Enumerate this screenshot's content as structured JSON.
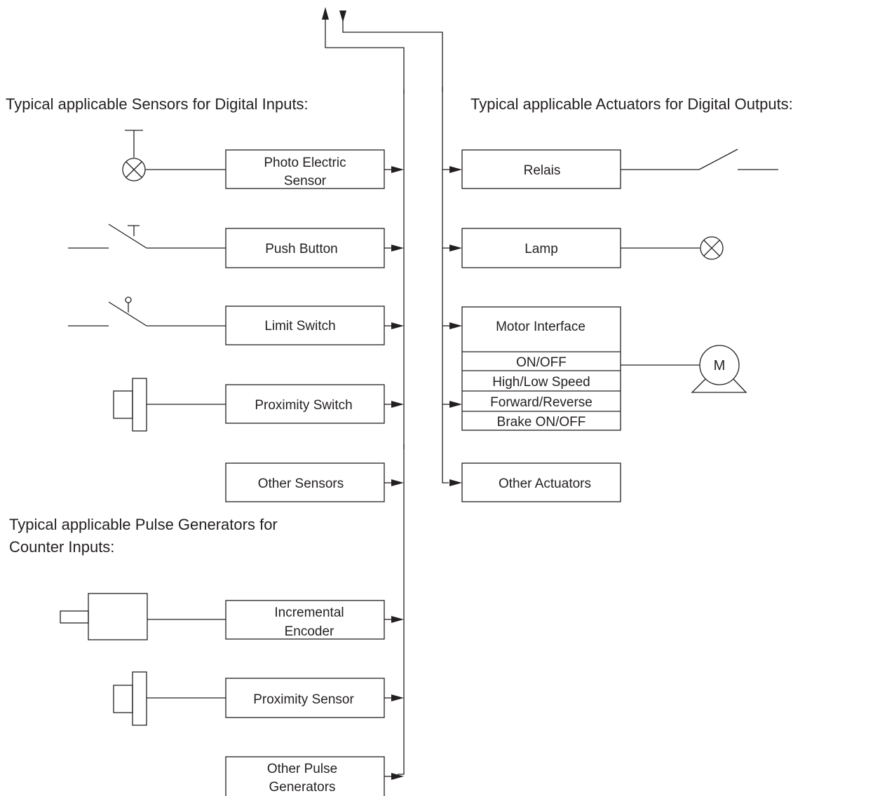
{
  "headings": {
    "sensors": "Typical applicable Sensors for Digital Inputs:",
    "actuators": "Typical applicable Actuators for Digital Outputs:",
    "pulse_line1": "Typical applicable Pulse Generators for",
    "pulse_line2": "Counter Inputs:"
  },
  "inputs": {
    "photo_electric_sensor": [
      "Photo Electric",
      "Sensor"
    ],
    "push_button": "Push Button",
    "limit_switch": "Limit Switch",
    "proximity_switch": "Proximity Switch",
    "other_sensors": "Other Sensors"
  },
  "counter_inputs": {
    "incremental_encoder": [
      "Incremental",
      "Encoder"
    ],
    "proximity_sensor": "Proximity Sensor",
    "other_pulse_generators": [
      "Other Pulse",
      "Generators"
    ]
  },
  "outputs": {
    "relais": "Relais",
    "lamp": "Lamp",
    "motor_interface": {
      "title": "Motor Interface",
      "rows": [
        "ON/OFF",
        "High/Low Speed",
        "Forward/Reverse",
        "Brake ON/OFF"
      ]
    },
    "other_actuators": "Other Actuators"
  },
  "motor_symbol_label": "M",
  "colors": {
    "line": "#231f20",
    "background": "#ffffff"
  }
}
